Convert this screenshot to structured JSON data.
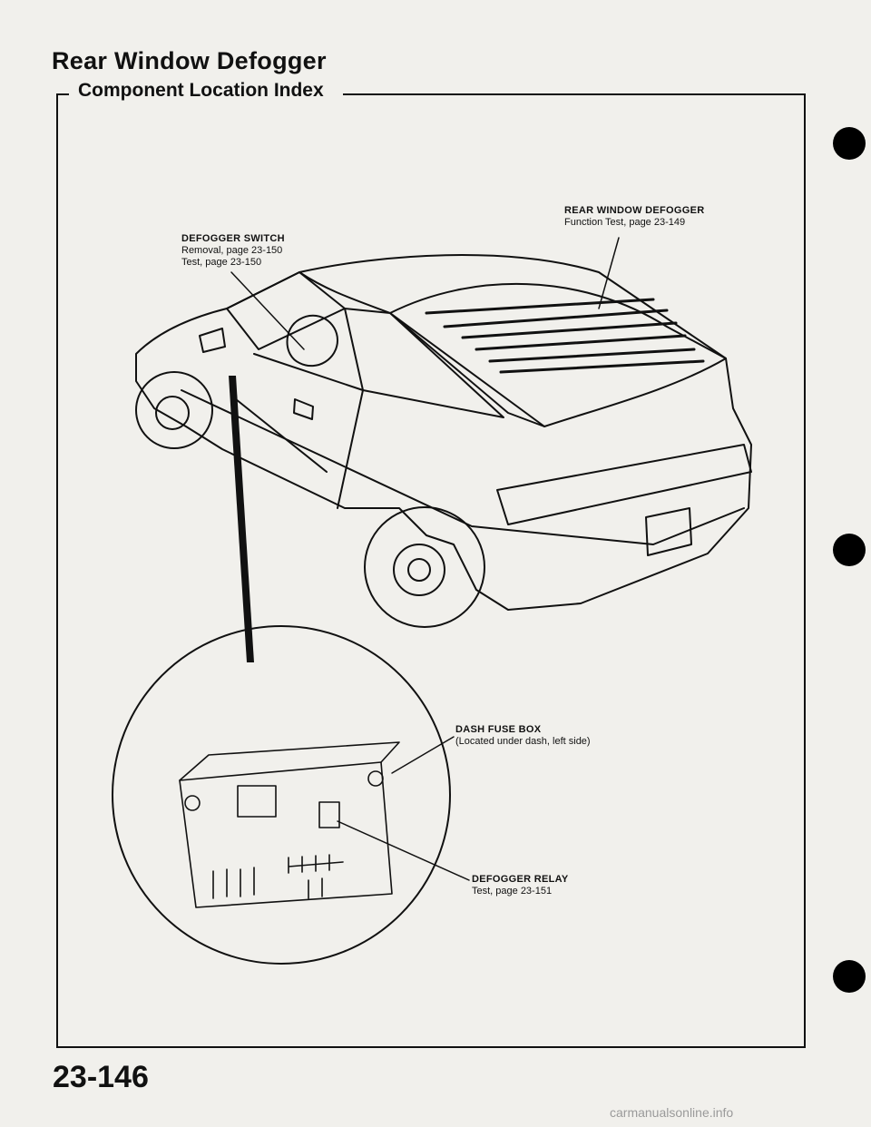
{
  "page": {
    "title": "Rear Window Defogger",
    "section_title": "Component Location Index",
    "page_number": "23-146",
    "watermark": "carmanualsonline.info"
  },
  "callouts": {
    "rear_window_defogger": {
      "name": "REAR WINDOW DEFOGGER",
      "lines": [
        "Function Test, page 23-149"
      ]
    },
    "defogger_switch": {
      "name": "DEFOGGER SWITCH",
      "lines": [
        "Removal, page 23-150",
        "Test, page 23-150"
      ]
    },
    "dash_fuse_box": {
      "name": "DASH FUSE BOX",
      "lines": [
        "(Located under dash, left side)"
      ]
    },
    "defogger_relay": {
      "name": "DEFOGGER RELAY",
      "lines": [
        "Test, page 23-151"
      ]
    }
  }
}
